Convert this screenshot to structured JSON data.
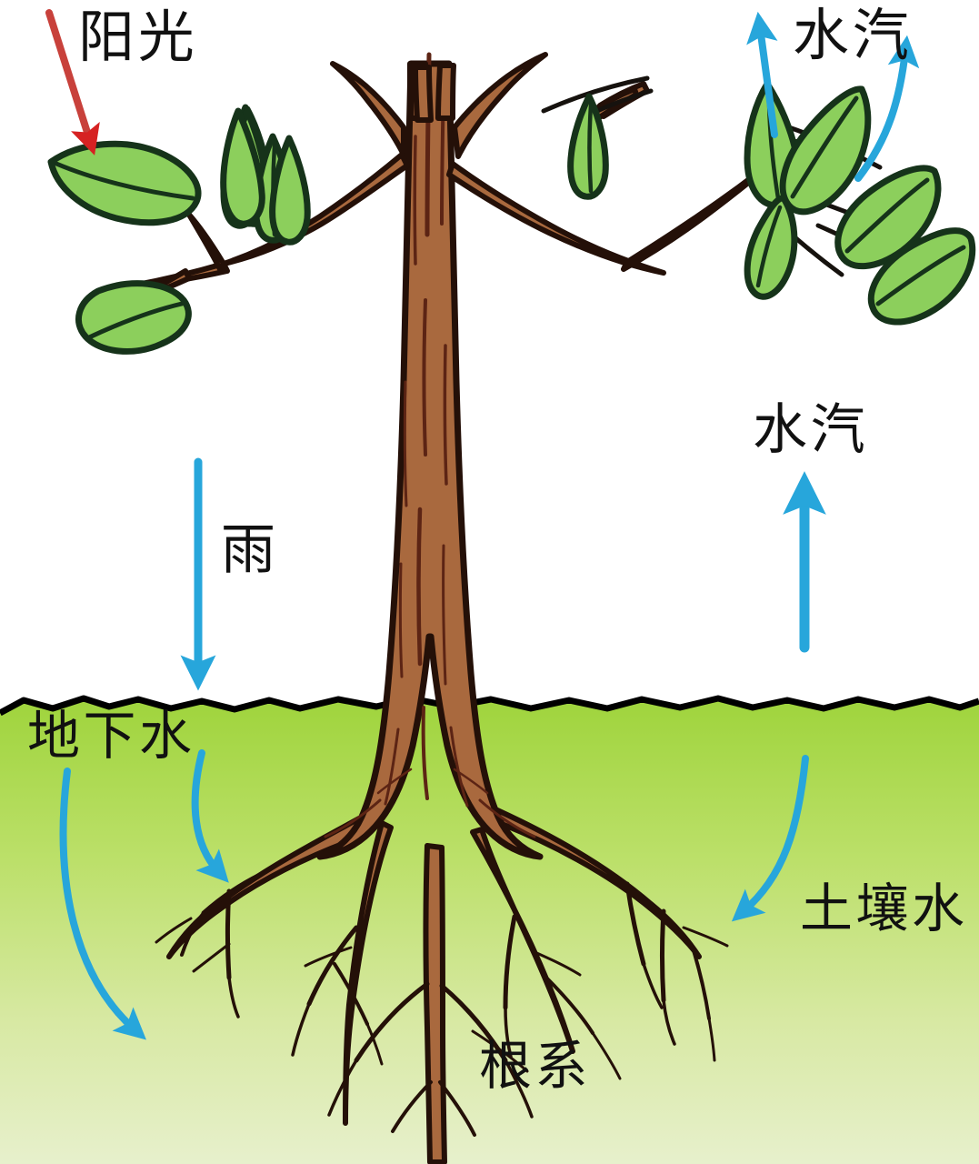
{
  "diagram": {
    "title": "tree-water-cycle-diagram",
    "labels": {
      "sunlight": "阳光",
      "vapor_top": "水汽",
      "vapor_mid": "水汽",
      "rain": "雨",
      "groundwater": "地下水",
      "soil_water": "土壤水",
      "roots": "根系"
    },
    "colors": {
      "background": "#ffffff",
      "ground_top": "#9FD43C",
      "ground_bottom": "#E6EFC9",
      "ground_outline": "#000000",
      "trunk_fill": "#A9693E",
      "trunk_outline": "#241008",
      "trunk_texture": "#5C2414",
      "leaf_fill": "#8CCF5C",
      "leaf_outline": "#16331A",
      "leaf_vein": "#16331A",
      "arrow_blue": "#27A6DB",
      "arrow_red": "#D62222",
      "text": "#111111"
    },
    "arrows": [
      {
        "name": "sunlight-arrow",
        "color": "#D62222",
        "direction": "down-right",
        "from": "top-left sky",
        "to": "upper-left leaf"
      },
      {
        "name": "vapor-arrow-left",
        "color": "#27A6DB",
        "direction": "up",
        "from": "upper-right leaf",
        "to": "sky"
      },
      {
        "name": "vapor-arrow-right",
        "color": "#27A6DB",
        "direction": "up",
        "from": "right canopy",
        "to": "sky"
      },
      {
        "name": "vapor-arrow-main",
        "color": "#27A6DB",
        "direction": "up",
        "from": "ground right",
        "to": "sky right"
      },
      {
        "name": "rain-arrow",
        "color": "#27A6DB",
        "direction": "down",
        "from": "sky left",
        "to": "ground surface"
      },
      {
        "name": "groundwater-arrow-left",
        "color": "#27A6DB",
        "direction": "down-curve",
        "from": "below surface left",
        "to": "deep soil"
      },
      {
        "name": "groundwater-arrow-right",
        "color": "#27A6DB",
        "direction": "down-curve",
        "from": "below surface",
        "to": "root zone"
      },
      {
        "name": "soil-water-arrow",
        "color": "#27A6DB",
        "direction": "down-left-curve",
        "from": "below surface right",
        "to": "root zone right"
      }
    ]
  }
}
